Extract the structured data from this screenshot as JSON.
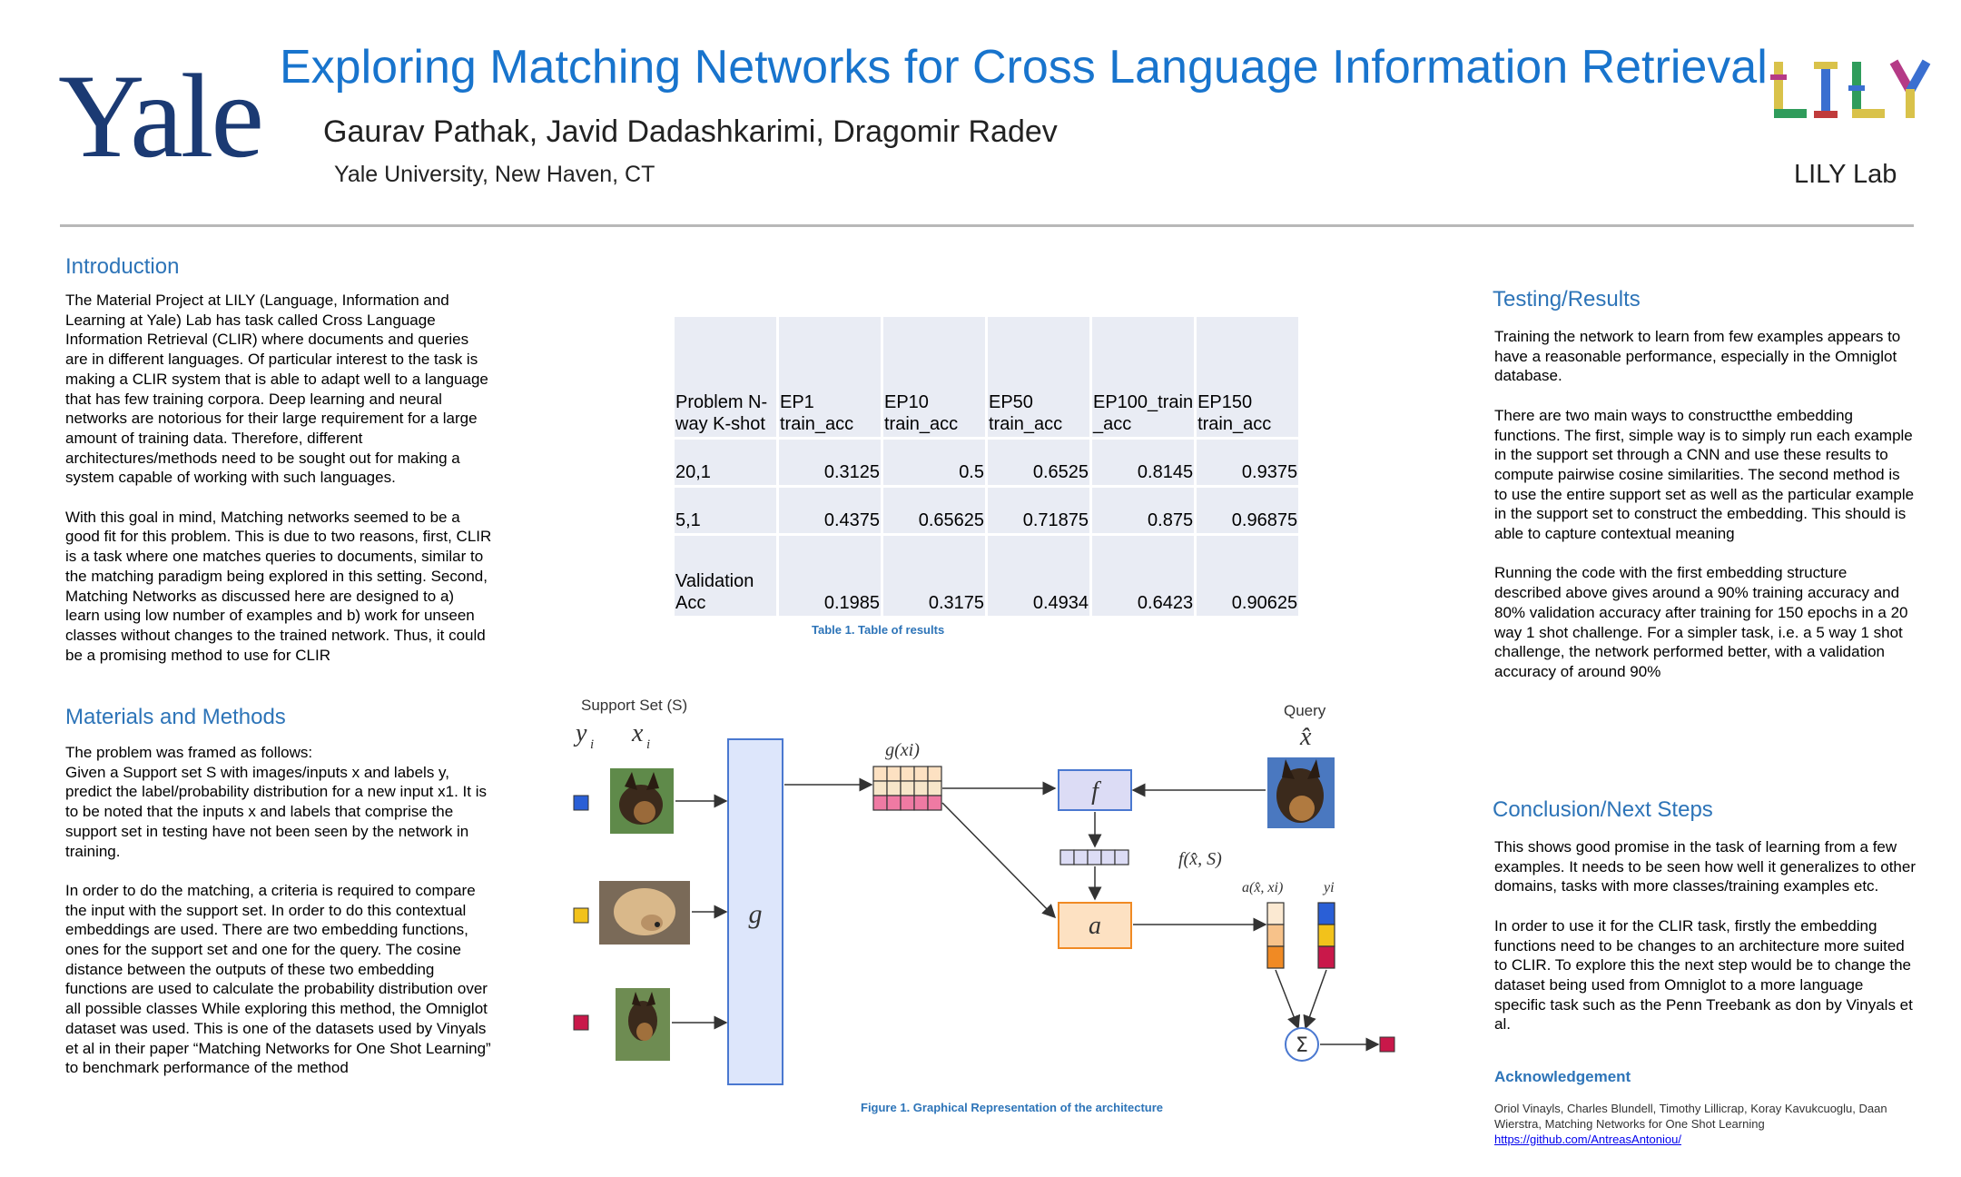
{
  "header": {
    "logo_text": "Yale",
    "title": "Exploring Matching Networks for Cross Language Information Retrieval",
    "authors": "Gaurav Pathak, Javid Dadashkarimi, Dragomir Radev",
    "affiliation": "Yale University, New Haven, CT",
    "lab_logo_text": "LILY",
    "lab_name": "LILY Lab"
  },
  "introduction": {
    "heading": "Introduction",
    "p1": "The Material Project at LILY (Language, Information and Learning at Yale) Lab has task called Cross Language Information Retrieval (CLIR) where documents and queries are in different languages. Of particular interest to the task is making a CLIR system that is able to adapt well to a language that has few training corpora. Deep learning and neural networks are notorious for their large requirement for a large amount of training data. Therefore, different architectures/methods need to be sought out for making a system capable of working with such languages.",
    "p2": "With this goal in mind, Matching networks seemed to be a good fit for this problem. This is due to two reasons, first, CLIR is a task where one matches queries to documents, similar to the matching paradigm being explored in this setting. Second, Matching Networks as discussed here are designed to a) learn using low number of examples and b) work for unseen classes without changes to the trained network. Thus, it could be a promising method to use for CLIR"
  },
  "materials": {
    "heading": "Materials and Methods",
    "p1": "The problem was framed as follows:",
    "p2": "Given a Support set S with images/inputs x and labels y, predict the label/probability distribution for a new input x1. It is to be noted that the inputs x and labels that comprise the support set in testing have not been seen by the network in training.",
    "p3": "In order to do the matching, a criteria is required to compare the input with the support set. In order to do this contextual embeddings are used. There are two embedding functions, ones for the support set and one for the query. The cosine distance between the outputs of these two embedding functions are used to calculate the probability distribution over all possible classes While exploring this method, the Omniglot dataset was used. This is one of the datasets used by Vinyals et al in their paper “Matching Networks for One Shot Learning” to benchmark performance of the method"
  },
  "table": {
    "caption": "Table 1. Table of results",
    "header": [
      "Problem N-way K-shot",
      "EP1 train_acc",
      "EP10 train_acc",
      "EP50 train_acc",
      "EP100_train _acc",
      "EP150 train_acc"
    ],
    "rows": [
      [
        "20,1",
        "0.3125",
        "0.5",
        "0.6525",
        "0.8145",
        "0.9375"
      ],
      [
        "5,1",
        "0.4375",
        "0.65625",
        "0.71875",
        "0.875",
        "0.96875"
      ],
      [
        "Validation Acc",
        "0.1985",
        "0.3175",
        "0.4934",
        "0.6423",
        "0.90625"
      ]
    ]
  },
  "figure": {
    "caption": "Figure 1. Graphical Representation of the architecture",
    "support_set_label": "Support Set (S)",
    "y_label": "y",
    "x_label": "x",
    "i_sub": "i",
    "query_label": "Query",
    "x_hat": "x̂",
    "g_label": "g",
    "gx_label": "g(xi)",
    "f_label": "f",
    "fx_label": "f(x̂, S)",
    "a_label": "a",
    "ax_label": "a(x̂, xi)",
    "yi_label": "yi",
    "sum_label": "Σ",
    "colors": {
      "blue": "#2a5fd6",
      "yellow": "#f2c21b",
      "crimson": "#c9184a",
      "g_fill": "#dde6fb",
      "f_fill": "#dcdcf5",
      "a_fill": "#fde1c2",
      "orange": "#f08a24",
      "pink": "#ef7aa3",
      "peach": "#f7d9b3"
    }
  },
  "results": {
    "heading": "Testing/Results",
    "p1": "Training the network to learn from few examples appears to have a reasonable performance, especially in the Omniglot database.",
    "p2": "There are two main ways to constructthe embedding functions. The first, simple way is to simply run each example in the support set through a CNN and use these results to compute pairwise cosine similarities. The second method is to use the entire support set as well as the particular example in the support set to construct the embedding. This should is able to capture contextual meaning",
    "p3": "Running the code with the first embedding structure described above gives around a 90% training accuracy and 80% validation accuracy after training for 150 epochs in a 20 way 1 shot challenge. For a simpler task, i.e. a 5 way 1 shot challenge, the network performed better, with a validation accuracy of around 90%"
  },
  "conclusion": {
    "heading": "Conclusion/Next Steps",
    "p1": "This shows good promise in the task of learning from a few examples. It needs to be seen how well it generalizes to other domains, tasks with more classes/training examples etc.",
    "p2": "In order to use it for the CLIR task, firstly the embedding functions need to be changes to an architecture more suited to CLIR. To explore this the next step would be to change the dataset being used from Omniglot to a more language specific task such as the Penn Treebank as don by Vinyals et al."
  },
  "acknowledgement": {
    "heading": "Acknowledgement",
    "text": "Oriol Vinayls, Charles Blundell, Timothy Lillicrap, Koray Kavukcuoglu, Daan Wierstra, Matching Networks for One Shot Learning",
    "link": "https://github.com/AntreasAntoniou/"
  }
}
